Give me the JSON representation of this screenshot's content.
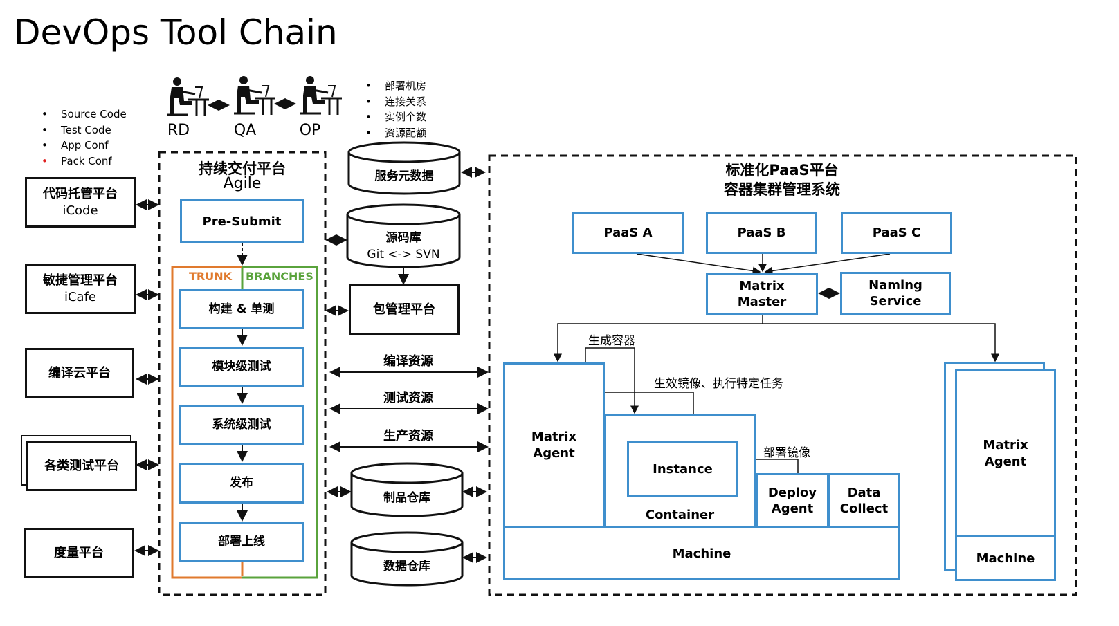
{
  "title": "DevOps Tool Chain",
  "artifact_bullets": [
    {
      "text": "Source Code",
      "color": "#000000"
    },
    {
      "text": "Test Code",
      "color": "#000000"
    },
    {
      "text": "App Conf",
      "color": "#000000"
    },
    {
      "text": "Pack Conf",
      "color": "#e02020"
    }
  ],
  "roles": [
    "RD",
    "QA",
    "OP"
  ],
  "meta_bullets": [
    "部署机房",
    "连接关系",
    "实例个数",
    "资源配额"
  ],
  "left_platforms": {
    "icode": {
      "line1": "代码托管平台",
      "line2": "iCode"
    },
    "icafe": {
      "line1": "敏捷管理平台",
      "line2": "iCafe"
    },
    "compile_cloud": "编译云平台",
    "test_platforms": "各类测试平台",
    "metrics": "度量平台"
  },
  "cd_platform": {
    "title": "持续交付平台",
    "subtitle": "Agile",
    "presubmit": "Pre-Submit",
    "trunk": "TRUNK",
    "branches": "BRANCHES",
    "steps": [
      "构建 & 单测",
      "模块级测试",
      "系统级测试",
      "发布",
      "部署上线"
    ]
  },
  "middle": {
    "service_meta": "服务元数据",
    "source_repo": {
      "line1": "源码库",
      "line2": "Git <-> SVN"
    },
    "package_mgmt": "包管理平台",
    "resources": [
      "编译资源",
      "测试资源",
      "生产资源"
    ],
    "artifact_repo": "制品仓库",
    "data_repo": "数据仓库"
  },
  "paas": {
    "title_line1": "标准化PaaS平台",
    "title_line2": "容器集群管理系统",
    "paas_a": "PaaS A",
    "paas_b": "PaaS B",
    "paas_c": "PaaS C",
    "matrix_master": {
      "line1": "Matrix",
      "line2": "Master"
    },
    "naming_service": {
      "line1": "Naming",
      "line2": "Service"
    },
    "create_container": "生成容器",
    "apply_image": "生效镜像、执行特定任务",
    "deploy_image": "部署镜像",
    "matrix_agent": {
      "line1": "Matrix",
      "line2": "Agent"
    },
    "instance": "Instance",
    "container": "Container",
    "deploy_agent": {
      "line1": "Deploy",
      "line2": "Agent"
    },
    "data_collect": {
      "line1": "Data",
      "line2": "Collect"
    },
    "machine": "Machine"
  },
  "colors": {
    "blue_box": "#3f8fcd",
    "trunk": "#e07a2e",
    "branches": "#5aa33c",
    "black": "#111111"
  }
}
